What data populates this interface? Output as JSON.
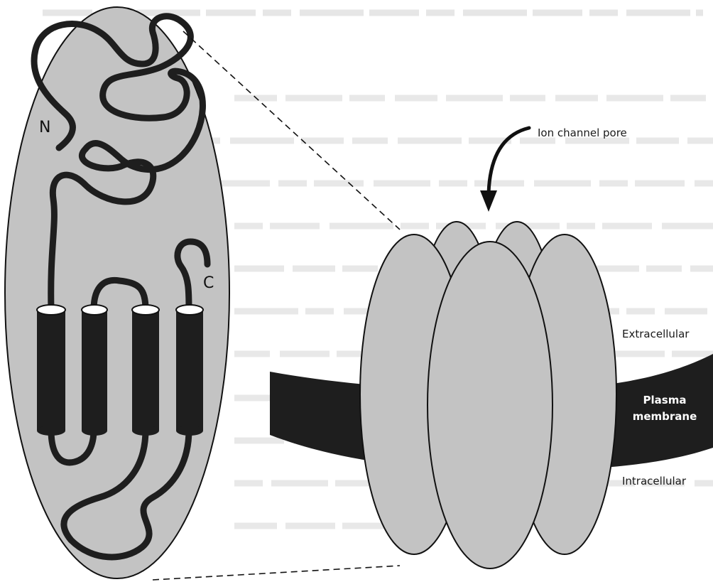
{
  "diagram": {
    "left_panel": {
      "n_terminus": "N",
      "c_terminus": "C",
      "helix_count": 4
    },
    "right_panel": {
      "pore_label": "Ion channel pore",
      "extracellular_label": "Extracellular",
      "intracellular_label": "Intracellular",
      "membrane_label_line1": "Plasma",
      "membrane_label_line2": "membrane"
    }
  },
  "colors": {
    "fill_gray": "#c3c3c3",
    "dark": "#1e1e1e",
    "outline": "#111111",
    "bleed_text": "#c4c4c4"
  }
}
